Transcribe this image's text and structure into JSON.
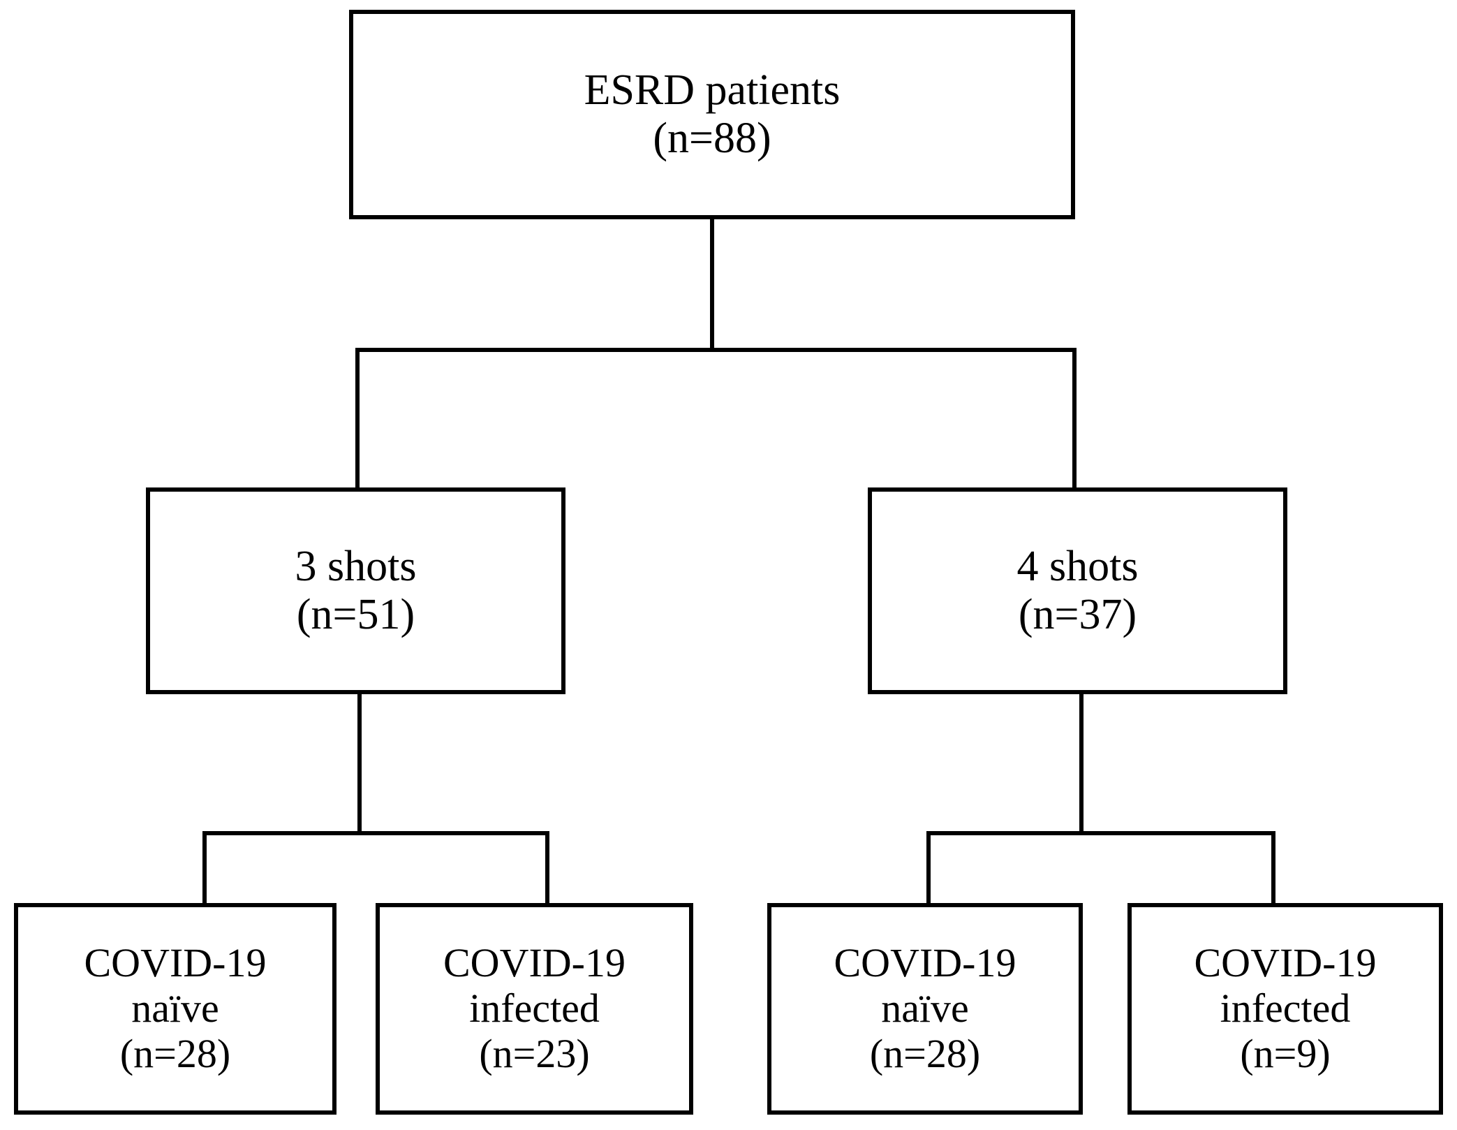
{
  "diagram": {
    "type": "flowchart",
    "orientation": "top-down",
    "title": "ESRD patient cohort vaccination and COVID-19 infection flowchart",
    "colors": {
      "background": "#ffffff",
      "border": "#000000",
      "text": "#000000",
      "connector": "#000000"
    },
    "nodes": {
      "root": {
        "id": "esrd-patients",
        "label_line1": "ESRD patients",
        "label_line2": "(n=88)",
        "count": 88
      },
      "level2": [
        {
          "id": "three-shots",
          "label_line1": "3 shots",
          "label_line2": "(n=51)",
          "count": 51
        },
        {
          "id": "four-shots",
          "label_line1": "4 shots",
          "label_line2": "(n=37)",
          "count": 37
        }
      ],
      "leaves": [
        {
          "id": "three-shots-covid-naive",
          "label_line1": "COVID-19",
          "label_line2": "naïve",
          "label_line3": "(n=28)",
          "count": 28,
          "parent": "three-shots"
        },
        {
          "id": "three-shots-covid-infected",
          "label_line1": "COVID-19",
          "label_line2": "infected",
          "label_line3": "(n=23)",
          "count": 23,
          "parent": "three-shots"
        },
        {
          "id": "four-shots-covid-naive",
          "label_line1": "COVID-19",
          "label_line2": "naïve",
          "label_line3": "(n=28)",
          "count": 28,
          "parent": "four-shots"
        },
        {
          "id": "four-shots-covid-infected",
          "label_line1": "COVID-19",
          "label_line2": "infected",
          "label_line3": "(n=9)",
          "count": 9,
          "parent": "four-shots"
        }
      ]
    }
  }
}
